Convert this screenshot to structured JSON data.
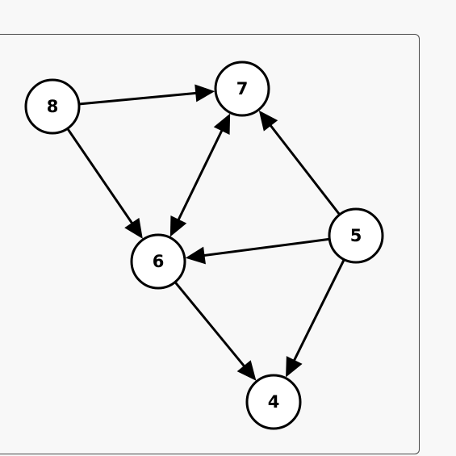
{
  "nodes": [
    {
      "id": "8",
      "label": "8"
    },
    {
      "id": "7",
      "label": "7"
    },
    {
      "id": "6",
      "label": "6"
    },
    {
      "id": "5",
      "label": "5"
    },
    {
      "id": "4",
      "label": "4"
    }
  ],
  "edges": [
    {
      "from": "8",
      "to": "7",
      "directed": true
    },
    {
      "from": "8",
      "to": "6",
      "directed": true
    },
    {
      "from": "7",
      "to": "6",
      "directed": true,
      "bidirectional": true
    },
    {
      "from": "5",
      "to": "7",
      "directed": true
    },
    {
      "from": "5",
      "to": "6",
      "directed": true
    },
    {
      "from": "5",
      "to": "4",
      "directed": true
    },
    {
      "from": "6",
      "to": "4",
      "directed": true
    }
  ]
}
